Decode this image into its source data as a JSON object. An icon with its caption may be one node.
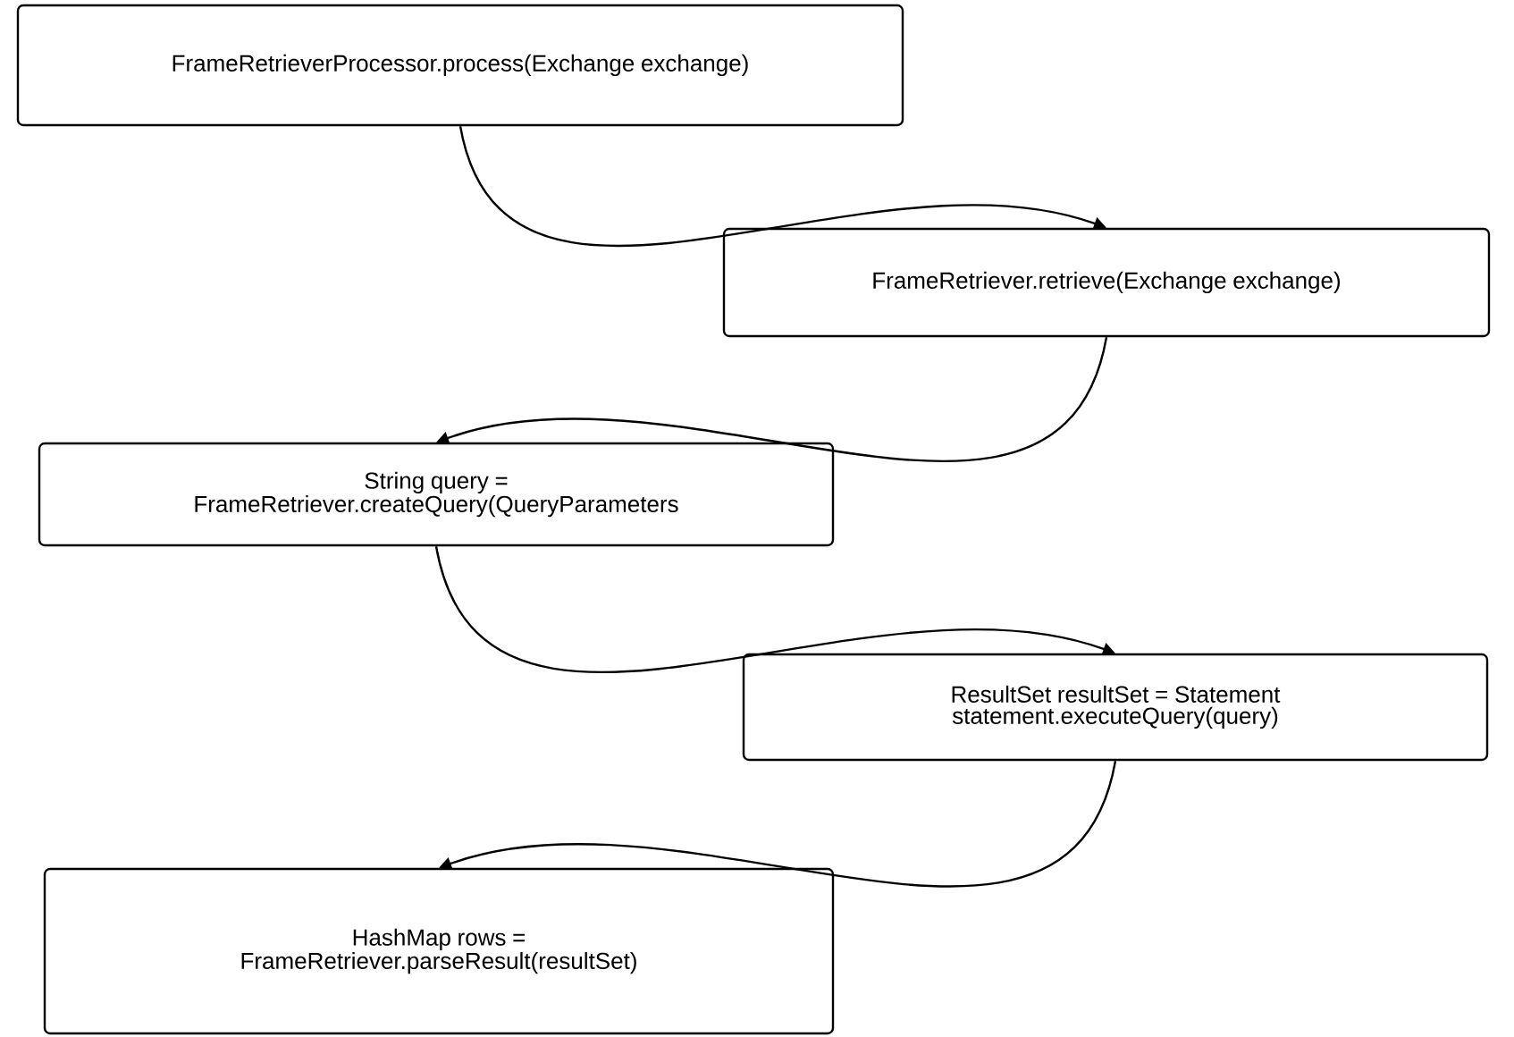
{
  "diagram": {
    "nodes": [
      {
        "text": [
          "FrameRetrieverProcessor.process(Exchange exchange)"
        ]
      },
      {
        "text": [
          "FrameRetriever.retrieve(Exchange exchange)"
        ]
      },
      {
        "text": [
          "String query = FrameRetriever.createQuery(QueryParameters"
        ]
      },
      {
        "text": [
          "ResultSet resultSet = Statement statement.executeQuery(query)"
        ]
      },
      {
        "text": [
          "HashMap rows = FrameRetriever.parseResult(resultSet)"
        ]
      }
    ],
    "edges": [
      {
        "from": 0,
        "to": 1,
        "arrow": "to"
      },
      {
        "from": 1,
        "to": 2,
        "arrow": "to"
      },
      {
        "from": 2,
        "to": 3,
        "arrow": "to"
      },
      {
        "from": 3,
        "to": 4,
        "arrow": "to"
      }
    ]
  }
}
